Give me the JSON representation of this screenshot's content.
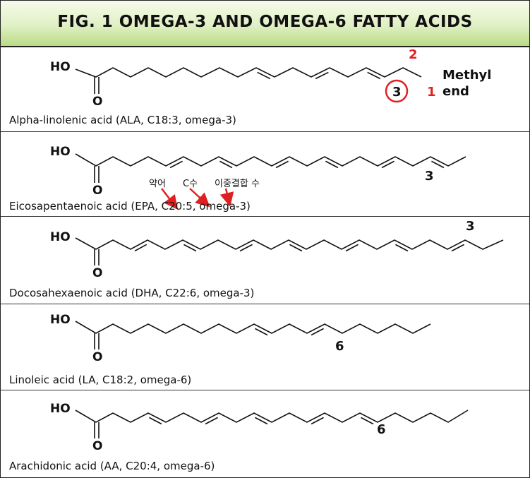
{
  "figure": {
    "title": "FIG. 1 OMEGA-3 AND OMEGA-6 FATTY ACIDS",
    "colors": {
      "header_top": "#f6fbec",
      "header_bottom": "#b9dc84",
      "annotation": "#e02020"
    },
    "atoms": {
      "hydroxyl": "HO",
      "oxygen": "O"
    },
    "molecules": [
      {
        "caption": "Alpha-linolenic acid (ALA, C18:3, omega-3)",
        "omega_number": "3",
        "methyl_label_line1": "Methyl",
        "methyl_label_line2": "end",
        "carbon_label_1": "1",
        "carbon_label_2": "2"
      },
      {
        "caption": "Eicosapentaenoic acid (EPA, C20:5, omega-3)",
        "omega_number": "3",
        "note_abbrev": "약어",
        "note_carbons": "C수",
        "note_double_bonds": "이중결합 수"
      },
      {
        "caption": "Docosahexaenoic acid (DHA, C22:6, omega-3)",
        "omega_number": "3"
      },
      {
        "caption": "Linoleic acid (LA, C18:2, omega-6)",
        "omega_number": "6"
      },
      {
        "caption": "Arachidonic acid (AA, C20:4, omega-6)",
        "omega_number": "6"
      }
    ]
  }
}
